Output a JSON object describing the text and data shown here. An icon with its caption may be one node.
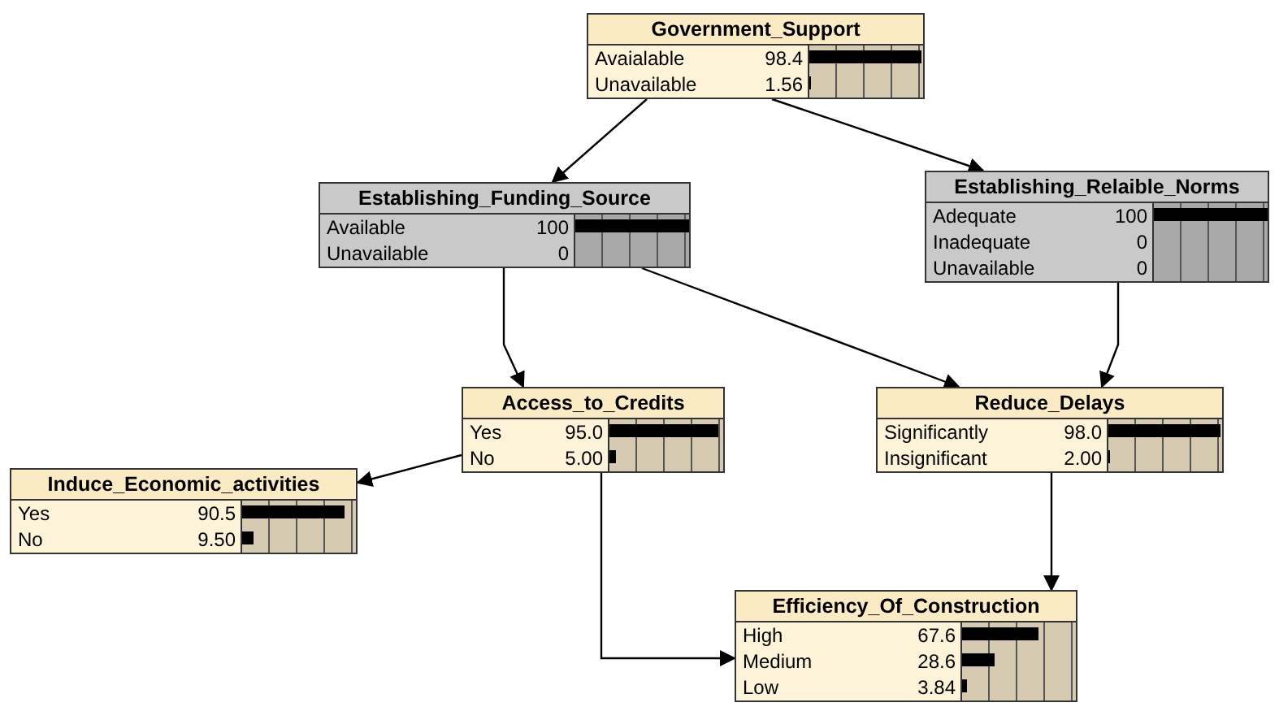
{
  "diagram": {
    "nodes": [
      {
        "text": [
          "Government_Support",
          "Avaialable",
          "98.4",
          "Unavailable",
          "1.56"
        ]
      },
      {
        "text": [
          "Establishing_Funding_Source",
          "Available",
          "100",
          "Unavailable",
          "0"
        ]
      },
      {
        "text": [
          "Establishing_Relaible_Norms",
          "Adequate",
          "100",
          "Inadequate",
          "0",
          "Unavailable",
          "0"
        ]
      },
      {
        "text": [
          "Access_to_Credits",
          "Yes",
          "95.0",
          "No",
          "5.00"
        ]
      },
      {
        "text": [
          "Reduce_Delays",
          "Significantly",
          "98.0",
          "Insignificant",
          "2.00"
        ]
      },
      {
        "text": [
          "Induce_Economic_activities",
          "Yes",
          "90.5",
          "No",
          "9.50"
        ]
      },
      {
        "text": [
          "Efficiency_Of_Construction",
          "High",
          "67.6",
          "Medium",
          "28.6",
          "Low",
          "3.84"
        ]
      }
    ],
    "edges": [
      {
        "from": 0,
        "to": 1,
        "arrow": "to"
      },
      {
        "from": 0,
        "to": 2,
        "arrow": "to"
      },
      {
        "from": 1,
        "to": 3,
        "arrow": "to"
      },
      {
        "from": 1,
        "to": 4,
        "arrow": "to"
      },
      {
        "from": 2,
        "to": 4,
        "arrow": "to"
      },
      {
        "from": 3,
        "to": 5,
        "arrow": "to"
      },
      {
        "from": 3,
        "to": 6,
        "arrow": "to"
      },
      {
        "from": 4,
        "to": 6,
        "arrow": "to"
      }
    ]
  }
}
